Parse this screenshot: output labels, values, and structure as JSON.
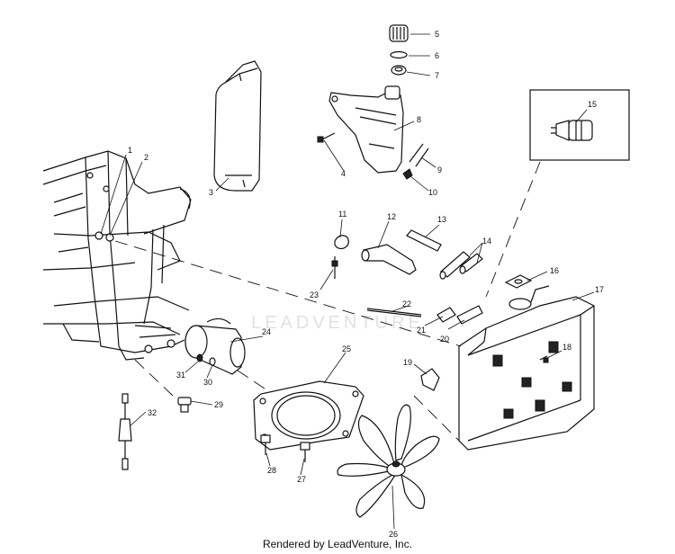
{
  "diagram": {
    "callouts": [
      "1",
      "2",
      "3",
      "4",
      "5",
      "6",
      "7",
      "8",
      "9",
      "10",
      "11",
      "12",
      "13",
      "14",
      "15",
      "16",
      "17",
      "18",
      "19",
      "20",
      "21",
      "22",
      "23",
      "24",
      "25",
      "26",
      "27",
      "28",
      "29",
      "30",
      "31",
      "32"
    ],
    "watermark_text": "LEADVENTURE",
    "footer_text": "Rendered by LeadVenture, Inc."
  }
}
